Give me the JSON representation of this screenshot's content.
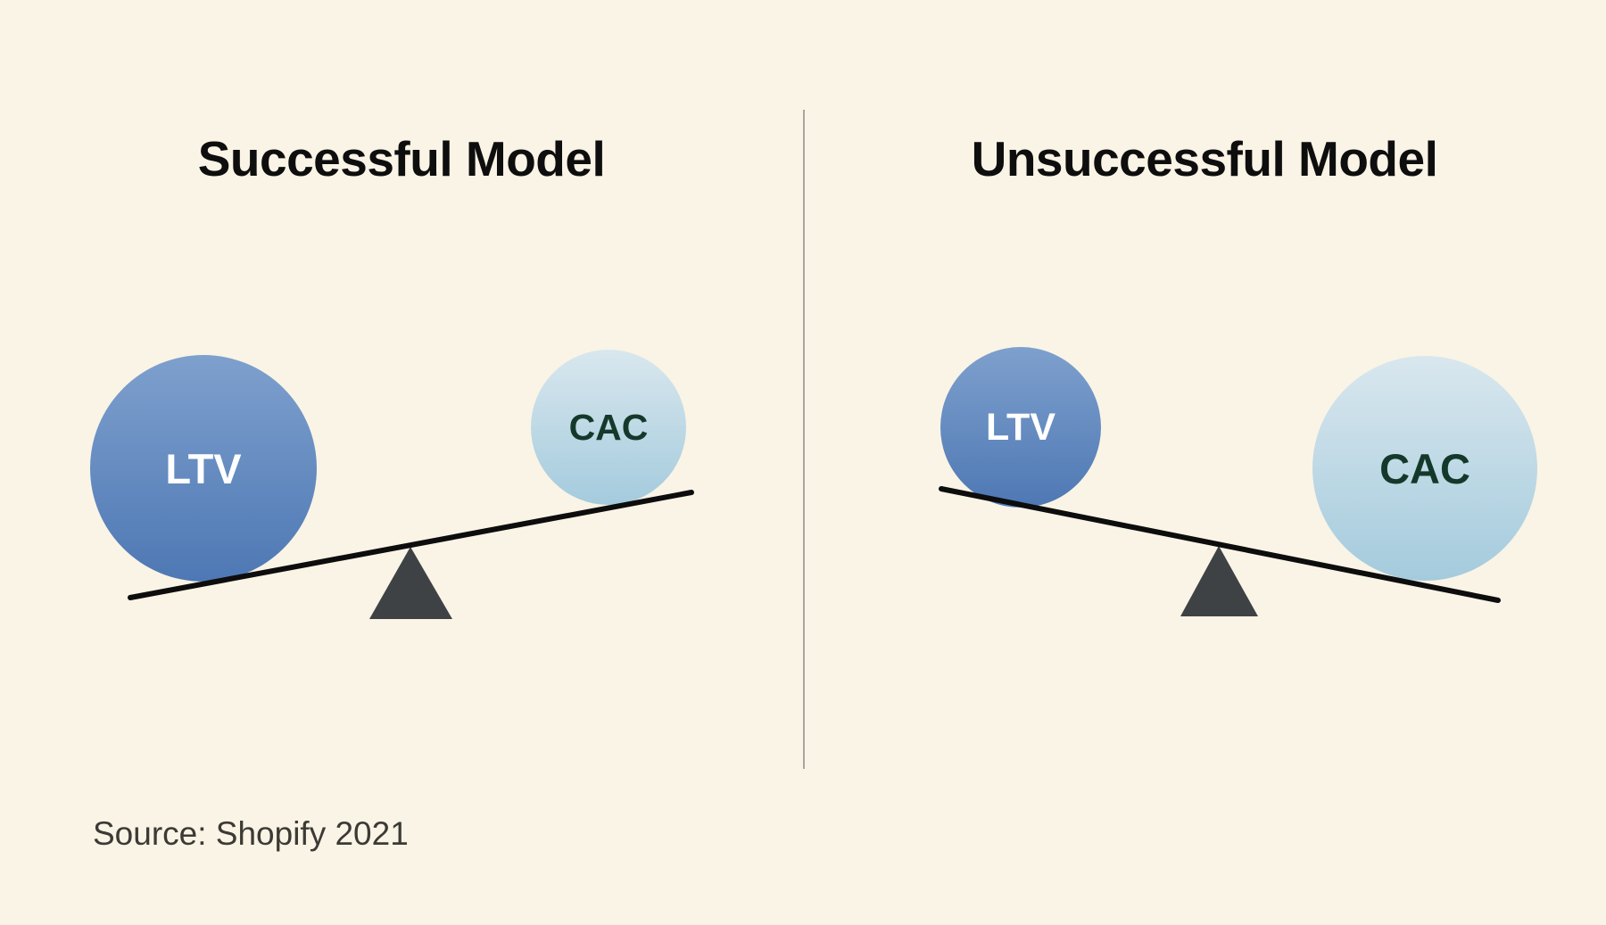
{
  "left_panel": {
    "title": "Successful Model",
    "ltv_circle_label": "LTV",
    "cac_circle_label": "CAC"
  },
  "right_panel": {
    "title": "Unsuccessful Model",
    "ltv_circle_label": "LTV",
    "cac_circle_label": "CAC"
  },
  "footer": {
    "source_note": "Source: Shopify 2021"
  },
  "colors": {
    "background": "#FAF4E6",
    "title_text": "#0E0E0E",
    "ltv_gradient_top": "#7EA0CD",
    "ltv_gradient_bottom": "#4E78B4",
    "ltv_text": "#FFFFFF",
    "cac_gradient_top": "#D9E7EE",
    "cac_gradient_bottom": "#A4CBDD",
    "cac_text": "#14392B",
    "beam": "#0D0D0D",
    "fulcrum": "#3F4245",
    "divider": "#A9A59B",
    "source_text": "#3C3A35"
  }
}
